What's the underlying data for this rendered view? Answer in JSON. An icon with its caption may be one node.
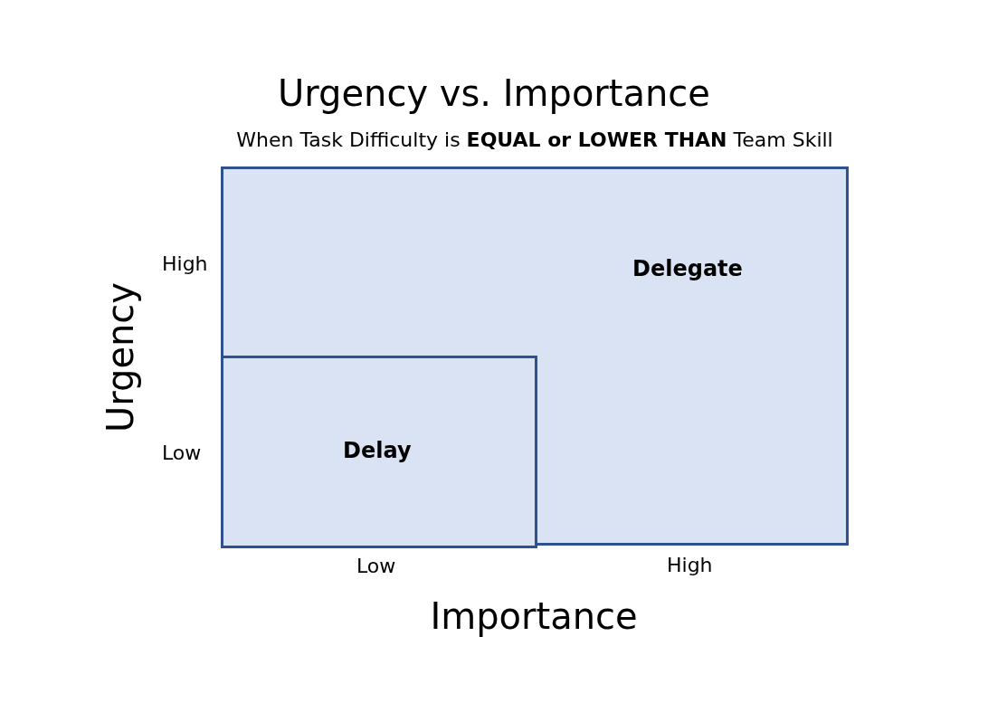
{
  "diagram": {
    "title": "Urgency vs. Importance",
    "nodes": [
      {
        "text": [
          "Delegate"
        ]
      },
      {
        "text": [
          "Delay"
        ],
        "in": 0
      }
    ],
    "labels": [
      "When Task Difficulty is **EQUAL or LOWER THAN** Team Skill",
      "High",
      "Urgency",
      "Low",
      "Low",
      "High",
      "Importance"
    ]
  }
}
